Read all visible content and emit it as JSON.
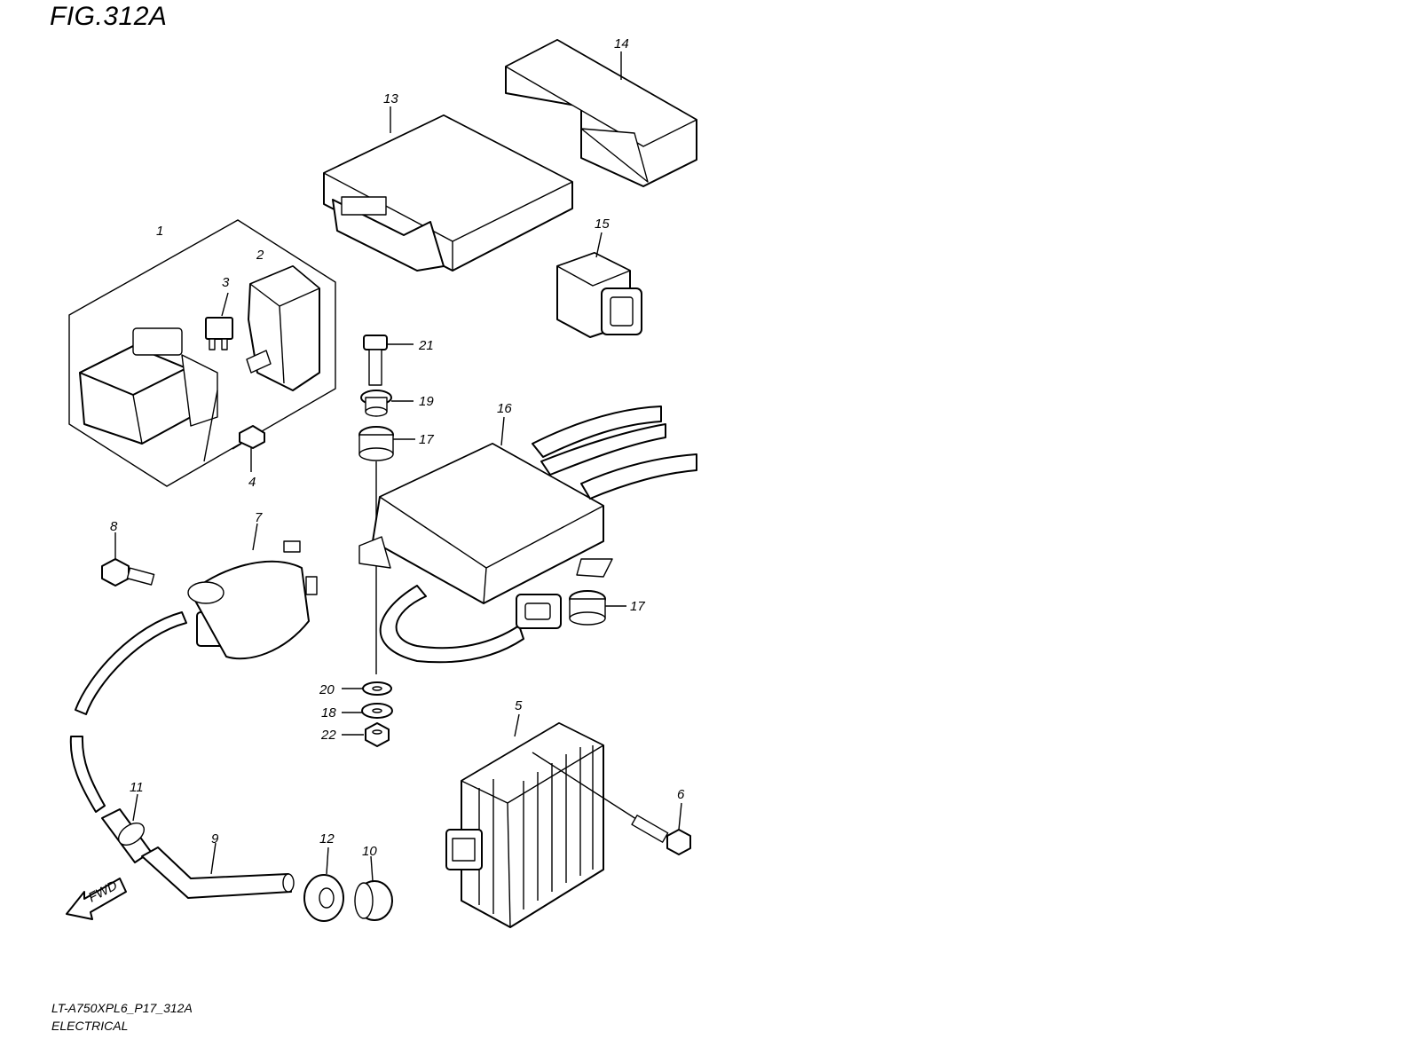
{
  "figure": {
    "title": "FIG.312A",
    "model_code": "LT-A750XPL6_P17_312A",
    "section_name": "ELECTRICAL",
    "direction_label": "FWD"
  },
  "callouts": {
    "c1": "1",
    "c2": "2",
    "c3": "3",
    "c4": "4",
    "c5": "5",
    "c6": "6",
    "c7": "7",
    "c8": "8",
    "c9": "9",
    "c10": "10",
    "c11": "11",
    "c12": "12",
    "c13": "13",
    "c14": "14",
    "c15": "15",
    "c16": "16",
    "c17a": "17",
    "c17b": "17",
    "c18": "18",
    "c19": "19",
    "c20": "20",
    "c21": "21",
    "c22": "22"
  }
}
